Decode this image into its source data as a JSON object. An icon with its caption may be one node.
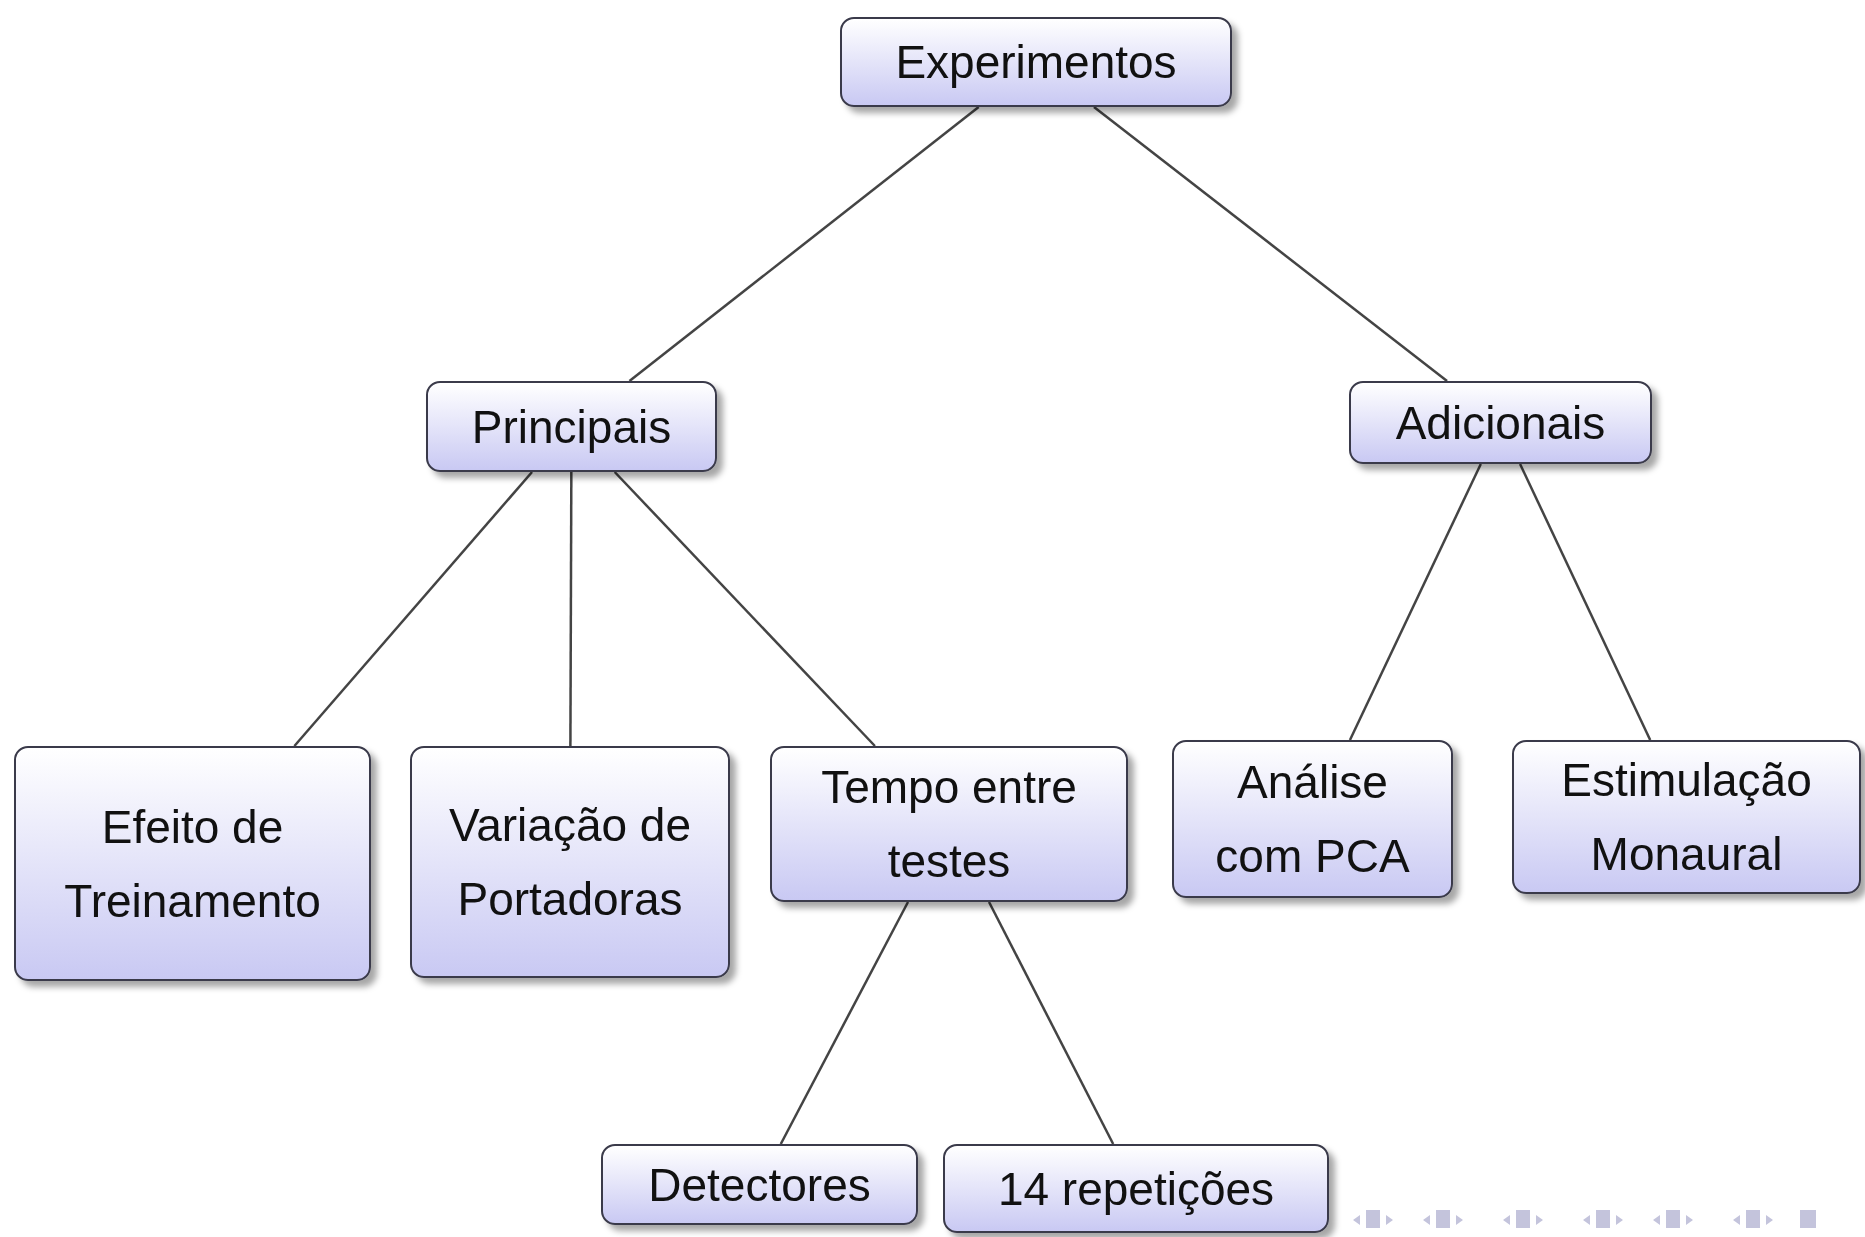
{
  "diagram": {
    "nodes": [
      {
        "text": [
          "Experimentos"
        ]
      },
      {
        "text": [
          "Principais"
        ]
      },
      {
        "text": [
          "Adicionais"
        ]
      },
      {
        "text": [
          "Efeito de Treinamento"
        ]
      },
      {
        "text": [
          "Variação de Portadoras"
        ]
      },
      {
        "text": [
          "Tempo entre testes"
        ]
      },
      {
        "text": [
          "Análise com PCA"
        ]
      },
      {
        "text": [
          "Estimulação Monaural"
        ]
      },
      {
        "text": [
          "Detectores"
        ]
      },
      {
        "text": [
          "14 repetições"
        ]
      }
    ],
    "edges": [
      {
        "from": 0,
        "to": 1,
        "arrow": "none"
      },
      {
        "from": 0,
        "to": 2,
        "arrow": "none"
      },
      {
        "from": 1,
        "to": 3,
        "arrow": "none"
      },
      {
        "from": 1,
        "to": 4,
        "arrow": "none"
      },
      {
        "from": 1,
        "to": 5,
        "arrow": "none"
      },
      {
        "from": 2,
        "to": 6,
        "arrow": "none"
      },
      {
        "from": 2,
        "to": 7,
        "arrow": "none"
      },
      {
        "from": 5,
        "to": 8,
        "arrow": "none"
      },
      {
        "from": 5,
        "to": 9,
        "arrow": "none"
      }
    ]
  }
}
